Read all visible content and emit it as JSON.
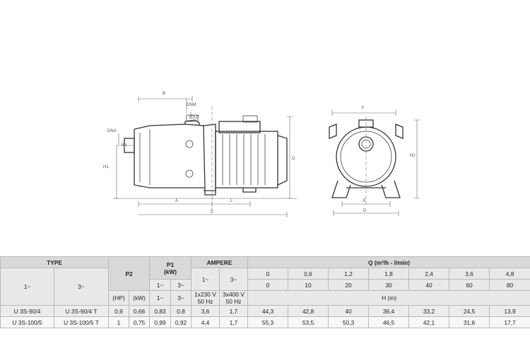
{
  "drawing": {
    "labels": {
      "B": "B",
      "DNM": "DNM",
      "IOUT": "IOUT",
      "DNA": "DNA",
      "IIN": "IIN",
      "H1": "H1",
      "G": "G",
      "A": "A",
      "L": "L",
      "C": "C",
      "F": "F",
      "H2": "H2",
      "E": "E",
      "D": "D"
    }
  },
  "table": {
    "type_header": "TYPE",
    "p2_header": "P2",
    "p1_header": "P1\n(kW)",
    "ampere_header": "AMPERE",
    "q_header": "Q (m³/h - l/min)",
    "phase_1": "1~",
    "phase_3": "3~",
    "p2_units": [
      "(HP)",
      "(kW)"
    ],
    "amp_phases": [
      "1~",
      "3~"
    ],
    "amp_volt_1": "1x230 V 50 Hz",
    "amp_volt_3": "3x400 V 50 Hz",
    "q_m3h": [
      "0",
      "0,6",
      "1,2",
      "1,8",
      "2,4",
      "3,6",
      "4,8"
    ],
    "q_lmin": [
      "0",
      "10",
      "20",
      "30",
      "40",
      "60",
      "80"
    ],
    "h_header": "H (m)",
    "rows": [
      {
        "type1": "U 3S-90/4",
        "type3": "U 3S-90/4 T",
        "hp": "0,9",
        "kw": "0,66",
        "p1_1": "0,83",
        "p1_3": "0,8",
        "a1": "3,6",
        "a3": "1,7",
        "h": [
          "44,3",
          "42,8",
          "40",
          "36,4",
          "33,2",
          "24,5",
          "13,9"
        ]
      },
      {
        "type1": "U 3S-100/5",
        "type3": "U 3S-100/5 T",
        "hp": "1",
        "kw": "0,75",
        "p1_1": "0,99",
        "p1_3": "0,92",
        "a1": "4,4",
        "a3": "1,7",
        "h": [
          "55,3",
          "53,5",
          "50,3",
          "46,5",
          "42,1",
          "31,6",
          "17,7"
        ]
      }
    ]
  }
}
